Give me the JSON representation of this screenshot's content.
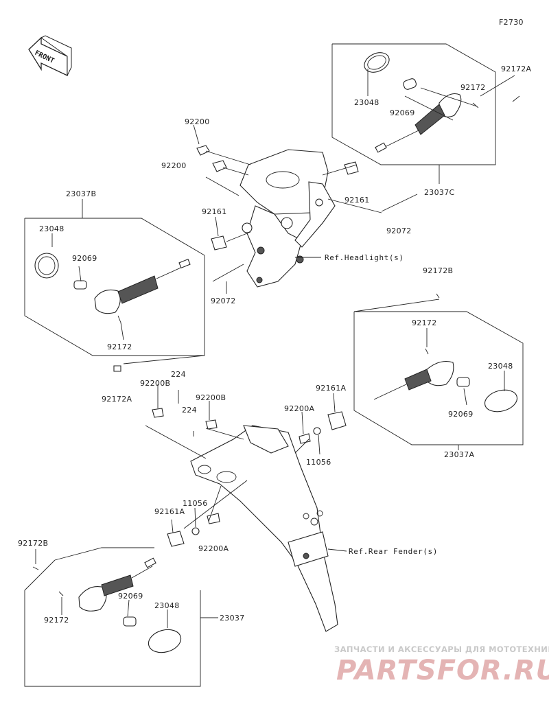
{
  "figure_code": "F2730",
  "front_label": "FRONT",
  "parts": {
    "p92200_top1": "92200",
    "p92200_top2": "92200",
    "p23037B": "23037B",
    "p23048_l": "23048",
    "p92069_l": "92069",
    "p92172_l": "92172",
    "p92161_l": "92161",
    "p92072_l": "92072",
    "p92172A_l": "92172A",
    "p23048_tr": "23048",
    "p92069_tr": "92069",
    "p92172_tr": "92172",
    "p92172A_tr": "92172A",
    "p92161_tr": "92161",
    "p92072_tr": "92072",
    "p23037C": "23037C",
    "p92172B_r": "92172B",
    "p92172_r": "92172",
    "p23048_r": "23048",
    "p92161A_r": "92161A",
    "p92069_r": "92069",
    "p23037A": "23037A",
    "p92200B_1": "92200B",
    "p224_1": "224",
    "p224_2": "224",
    "p92200B_2": "92200B",
    "p92200A_r": "92200A",
    "p11056_r": "11056",
    "p11056_b": "11056",
    "p92161A_b": "92161A",
    "p92200A_b": "92200A",
    "p92172B_b": "92172B",
    "p92172_b": "92172",
    "p92069_b": "92069",
    "p23048_b": "23048",
    "p23037": "23037"
  },
  "refs": {
    "headlight": "Ref.Headlight(s)",
    "rear_fender": "Ref.Rear Fender(s)"
  },
  "watermark": {
    "line1": "ЗАПЧАСТИ И АКСЕССУАРЫ ДЛЯ МОТОТЕХНИКИ",
    "line2": "PARTSFOR.RU"
  }
}
